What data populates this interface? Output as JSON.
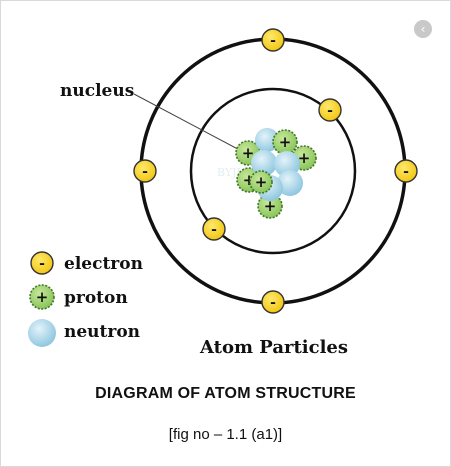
{
  "diagram": {
    "nucleus_label": "nucleus",
    "title": "Atom Particles",
    "watermark": "BYJU'S",
    "electron_sign": "-",
    "proton_sign": "+",
    "legend": [
      {
        "label": "electron",
        "particle": "electron"
      },
      {
        "label": "proton",
        "particle": "proton"
      },
      {
        "label": "neutron",
        "particle": "neutron"
      }
    ],
    "colors": {
      "electron_fill": "#f7d21b",
      "electron_stroke": "#333333",
      "proton_fill": "#9fd06b",
      "proton_stroke": "#3e7a25",
      "neutron_fill": "#a9d6e8",
      "orbit_stroke": "#111111"
    }
  },
  "caption": {
    "title": "DIAGRAM OF ATOM STRUCTURE",
    "figure_ref": "[fig no – 1.1 (a1)]"
  },
  "nav": {
    "icon": "chevron-left-icon",
    "glyph": "‹"
  }
}
